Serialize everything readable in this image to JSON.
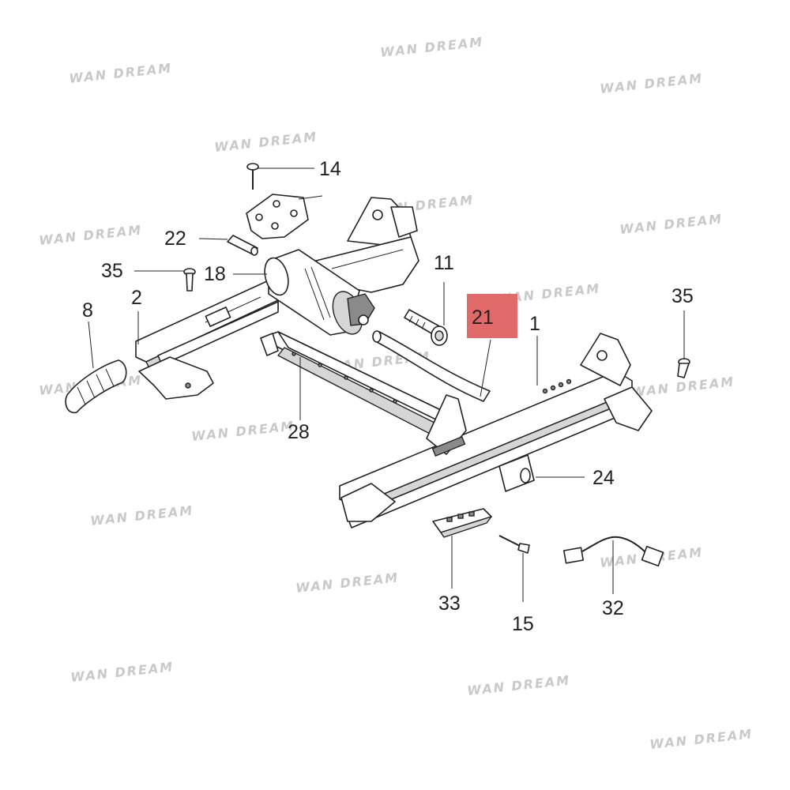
{
  "watermark": "WAN DREAM",
  "highlight_color": "#e06a6a",
  "callouts": {
    "c14": "14",
    "c22": "22",
    "c35a": "35",
    "c18": "18",
    "c11": "11",
    "c21": "21",
    "c8": "8",
    "c2": "2",
    "c1": "1",
    "c35b": "35",
    "c28": "28",
    "c24": "24",
    "c33": "33",
    "c15": "15",
    "c32": "32"
  }
}
